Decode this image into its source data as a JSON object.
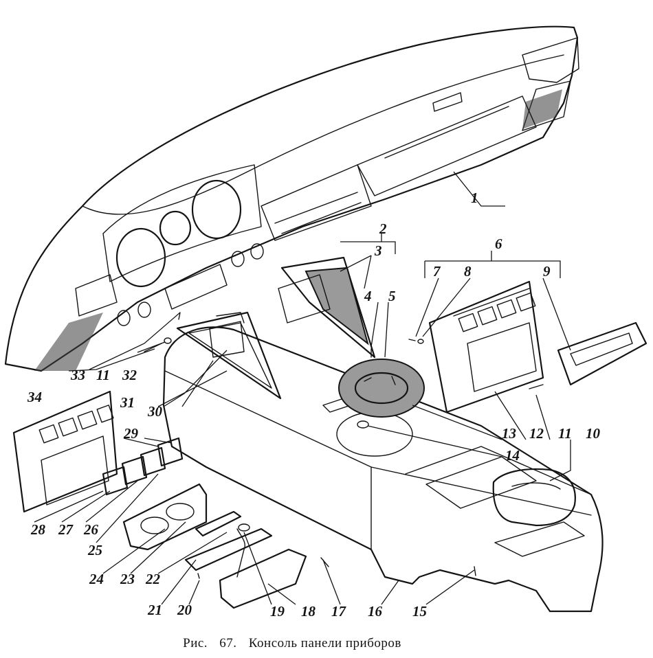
{
  "figure": {
    "caption": {
      "prefix": "Рис.",
      "number": "67.",
      "title": "Консоль панели приборов"
    },
    "labels": [
      "1",
      "2",
      "3",
      "4",
      "5",
      "6",
      "7",
      "8",
      "9",
      "10",
      "11",
      "12",
      "13",
      "14",
      "15",
      "16",
      "17",
      "18",
      "19",
      "20",
      "21",
      "22",
      "23",
      "24",
      "25",
      "26",
      "27",
      "28",
      "29",
      "30",
      "31",
      "32",
      "33",
      "34",
      "11"
    ]
  }
}
